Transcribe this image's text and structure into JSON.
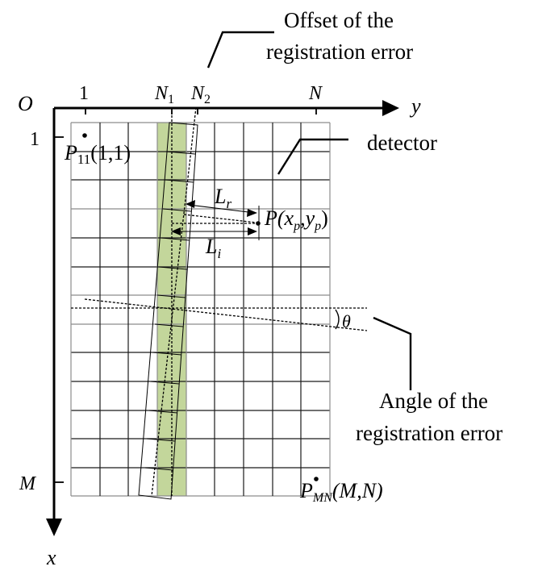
{
  "figure": {
    "type": "image registration error schematic",
    "colors": {
      "background": "#ffffff",
      "axis": "#000000",
      "grid_dark": "#1a1a1a",
      "grid_light": "#8c8c8c",
      "highlight_column": "#c3d69b"
    },
    "axes": {
      "origin_label": "O",
      "y_axis_label": "y",
      "x_axis_label": "x",
      "y_ticks": [
        "1",
        "N",
        "N",
        "N"
      ],
      "y_tick_subscripts": [
        "",
        "1",
        "2",
        ""
      ],
      "x_ticks": [
        "1",
        "M"
      ]
    },
    "grid": {
      "rows": 13,
      "cols": 9,
      "highlight_col_index": 3
    },
    "points": {
      "p11_main": "P",
      "p11_sub": "11",
      "p11_coords": "(1,1)",
      "pmn_main": "P",
      "pmn_sub": "MN",
      "pmn_coords": "(M,N)",
      "p_main": "P(x",
      "p_sub1": "p",
      "p_mid": ",y",
      "p_sub2": "p",
      "p_end": ")"
    },
    "distances": {
      "lr_main": "L",
      "lr_sub": "r",
      "li_main": "L",
      "li_sub": "i"
    },
    "angle_label": "θ",
    "annotations": {
      "offset_line1": "Offset of the",
      "offset_line2": "registration error",
      "detector": "detector",
      "angle_line1": "Angle of the",
      "angle_line2": "registration error"
    }
  }
}
